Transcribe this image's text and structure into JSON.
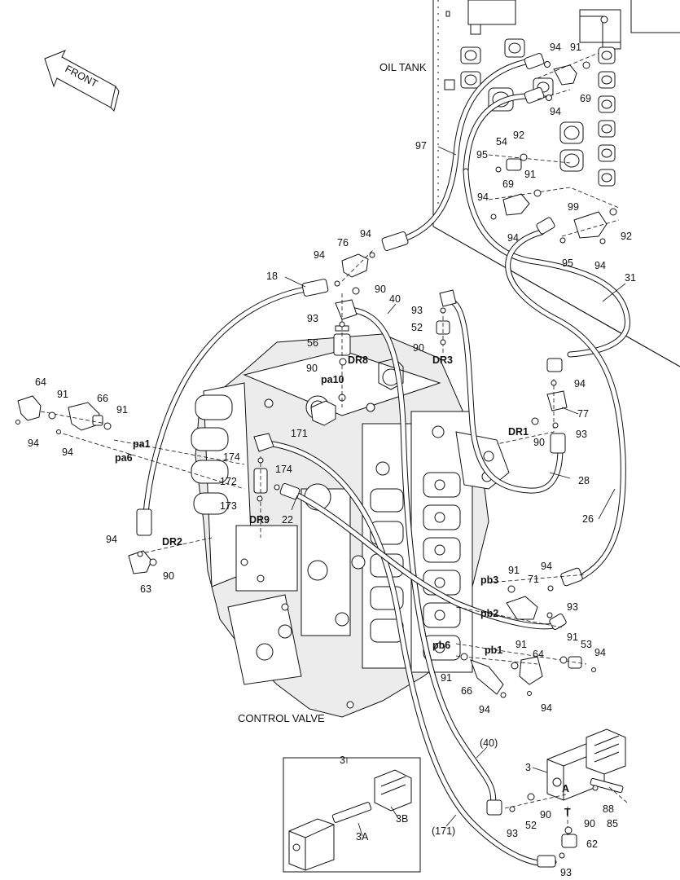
{
  "labels": {
    "oil_tank": "OIL TANK",
    "control_valve": "CONTROL VALVE",
    "front": "FRONT"
  },
  "parts": [
    {
      "id": "p94a",
      "text": "94"
    },
    {
      "id": "p91a",
      "text": "91"
    },
    {
      "id": "p69a",
      "text": "69"
    },
    {
      "id": "p94b",
      "text": "94"
    },
    {
      "id": "p97",
      "text": "97"
    },
    {
      "id": "p54",
      "text": "54"
    },
    {
      "id": "p92a",
      "text": "92"
    },
    {
      "id": "p95a",
      "text": "95"
    },
    {
      "id": "p91b",
      "text": "91"
    },
    {
      "id": "p69b",
      "text": "69"
    },
    {
      "id": "p94c",
      "text": "94"
    },
    {
      "id": "p94d",
      "text": "94"
    },
    {
      "id": "p99",
      "text": "99"
    },
    {
      "id": "p92b",
      "text": "92"
    },
    {
      "id": "p95b",
      "text": "95"
    },
    {
      "id": "p94e",
      "text": "94"
    },
    {
      "id": "p94f",
      "text": "94"
    },
    {
      "id": "p76",
      "text": "76"
    },
    {
      "id": "p94g",
      "text": "94"
    },
    {
      "id": "p18",
      "text": "18"
    },
    {
      "id": "p90a",
      "text": "90"
    },
    {
      "id": "p40",
      "text": "40"
    },
    {
      "id": "p31",
      "text": "31"
    },
    {
      "id": "p93a",
      "text": "93"
    },
    {
      "id": "p93b",
      "text": "93"
    },
    {
      "id": "p52a",
      "text": "52"
    },
    {
      "id": "p56",
      "text": "56"
    },
    {
      "id": "p90b",
      "text": "90"
    },
    {
      "id": "p90c",
      "text": "90"
    },
    {
      "id": "p94h",
      "text": "94"
    },
    {
      "id": "p64a",
      "text": "64"
    },
    {
      "id": "p91c",
      "text": "91"
    },
    {
      "id": "p66a",
      "text": "66"
    },
    {
      "id": "p91d",
      "text": "91"
    },
    {
      "id": "p77",
      "text": "77"
    },
    {
      "id": "p93c",
      "text": "93"
    },
    {
      "id": "p90d",
      "text": "90"
    },
    {
      "id": "p94i",
      "text": "94"
    },
    {
      "id": "p94j",
      "text": "94"
    },
    {
      "id": "p171",
      "text": "171"
    },
    {
      "id": "p174a",
      "text": "174"
    },
    {
      "id": "p174b",
      "text": "174"
    },
    {
      "id": "p172",
      "text": "172"
    },
    {
      "id": "p173",
      "text": "173"
    },
    {
      "id": "p22",
      "text": "22"
    },
    {
      "id": "p28",
      "text": "28"
    },
    {
      "id": "p26",
      "text": "26"
    },
    {
      "id": "p94k",
      "text": "94"
    },
    {
      "id": "p63",
      "text": "63"
    },
    {
      "id": "p90e",
      "text": "90"
    },
    {
      "id": "p91e",
      "text": "91"
    },
    {
      "id": "p94l",
      "text": "94"
    },
    {
      "id": "p71",
      "text": "71"
    },
    {
      "id": "p93d",
      "text": "93"
    },
    {
      "id": "p91f",
      "text": "91"
    },
    {
      "id": "p53",
      "text": "53"
    },
    {
      "id": "p94m",
      "text": "94"
    },
    {
      "id": "p91g",
      "text": "91"
    },
    {
      "id": "p64b",
      "text": "64"
    },
    {
      "id": "p91h",
      "text": "91"
    },
    {
      "id": "p66b",
      "text": "66"
    },
    {
      "id": "p94n",
      "text": "94"
    },
    {
      "id": "p94o",
      "text": "94"
    },
    {
      "id": "p40p",
      "text": "(40)"
    },
    {
      "id": "p3a",
      "text": "3"
    },
    {
      "id": "p3b",
      "text": "3"
    },
    {
      "id": "p3A",
      "text": "3A"
    },
    {
      "id": "p3B",
      "text": "3B"
    },
    {
      "id": "p171p",
      "text": "(171)"
    },
    {
      "id": "pA",
      "text": "A"
    },
    {
      "id": "p88",
      "text": "88"
    },
    {
      "id": "p85",
      "text": "85"
    },
    {
      "id": "p93e",
      "text": "93"
    },
    {
      "id": "p52b",
      "text": "52"
    },
    {
      "id": "p90f",
      "text": "90"
    },
    {
      "id": "pT",
      "text": "T"
    },
    {
      "id": "p90g",
      "text": "90"
    },
    {
      "id": "p62",
      "text": "62"
    },
    {
      "id": "p93f",
      "text": "93"
    }
  ],
  "ports": [
    {
      "id": "DR8",
      "text": "DR8"
    },
    {
      "id": "DR3",
      "text": "DR3"
    },
    {
      "id": "pa10",
      "text": "pa10"
    },
    {
      "id": "DR1",
      "text": "DR1"
    },
    {
      "id": "pa1",
      "text": "pa1"
    },
    {
      "id": "pa6",
      "text": "pa6"
    },
    {
      "id": "DR9",
      "text": "DR9"
    },
    {
      "id": "DR2",
      "text": "DR2"
    },
    {
      "id": "pb3",
      "text": "pb3"
    },
    {
      "id": "pb2",
      "text": "pb2"
    },
    {
      "id": "pb6",
      "text": "pb6"
    },
    {
      "id": "pb1",
      "text": "pb1"
    }
  ]
}
